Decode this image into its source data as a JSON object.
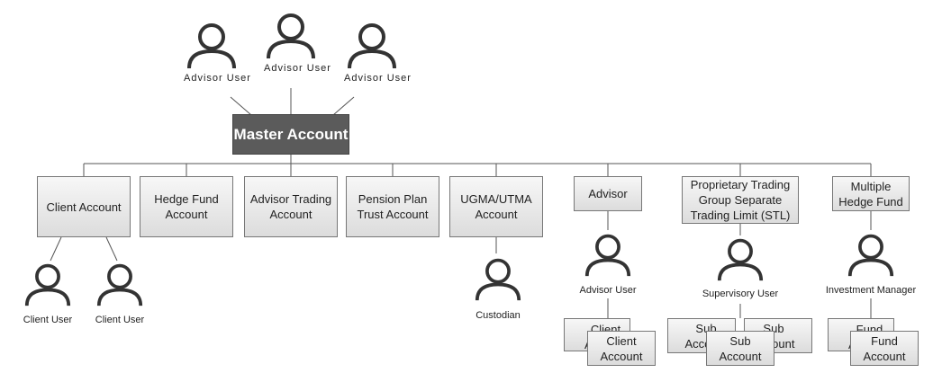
{
  "master": "Master Account",
  "advisor_users": [
    "Advisor User",
    "Advisor User",
    "Advisor User"
  ],
  "accounts": [
    "Client Account",
    "Hedge Fund Account",
    "Advisor Trading Account",
    "Pension Plan Trust Account",
    "UGMA/UTMA Account",
    "Advisor",
    "Proprietary Trading Group Separate Trading Limit (STL)",
    "Multiple Hedge Fund"
  ],
  "client_users": [
    "Client User",
    "Client User"
  ],
  "custodian": "Custodian",
  "advisor_user_label": "Advisor User",
  "supervisory_user": "Supervisory User",
  "investment_manager": "Investment Manager",
  "client_account_back": "Client Account",
  "client_account_front": "Client Account",
  "sub_account_left": "Sub Account",
  "sub_account_right": "Sub Account",
  "sub_account_front": "Sub Account",
  "fund_account_back": "Fund Account",
  "fund_account_front": "Fund Account"
}
